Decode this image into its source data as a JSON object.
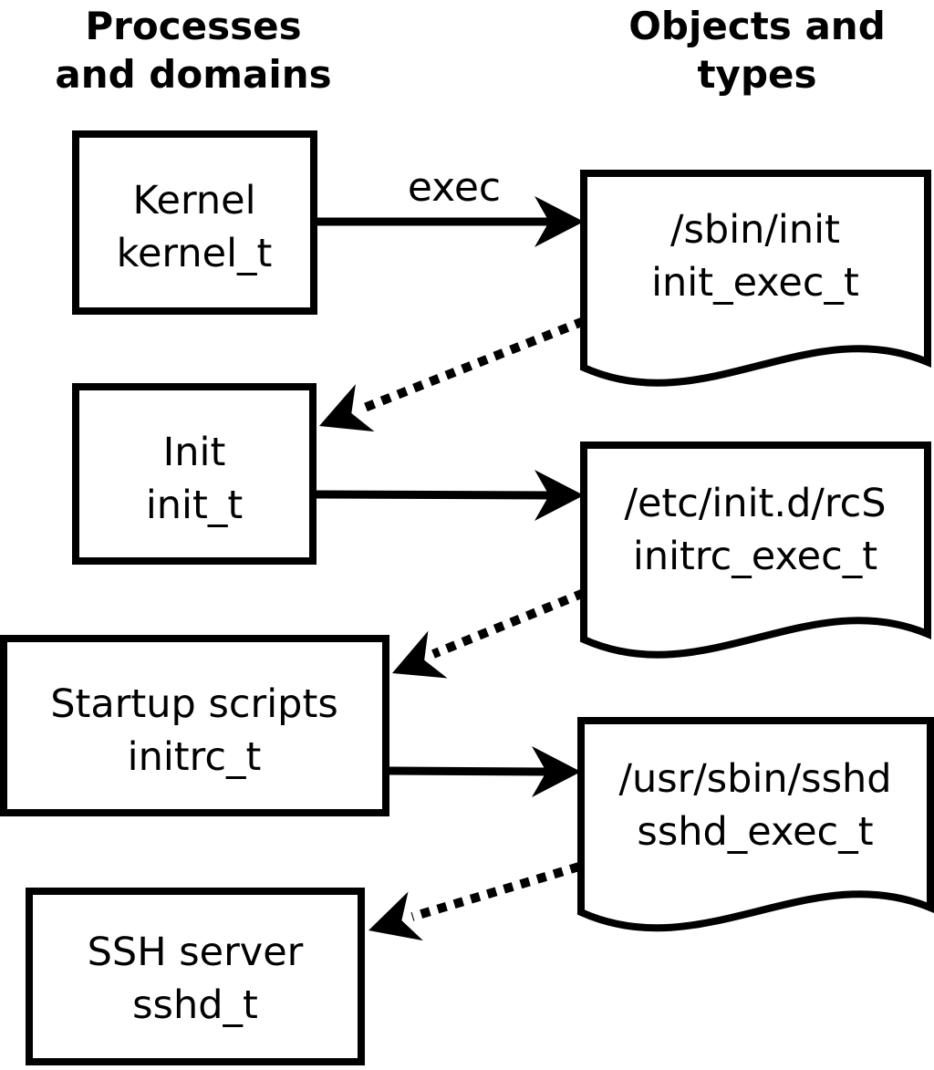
{
  "headers": {
    "left": {
      "line1": "Processes",
      "line2": "and domains"
    },
    "right": {
      "line1": "Objects and",
      "line2": "types"
    }
  },
  "processes": [
    {
      "name": "Kernel",
      "type": "kernel_t"
    },
    {
      "name": "Init",
      "type": "init_t"
    },
    {
      "name": "Startup scripts",
      "type": "initrc_t"
    },
    {
      "name": "SSH server",
      "type": "sshd_t"
    }
  ],
  "objects": [
    {
      "path": "/sbin/init",
      "type": "init_exec_t"
    },
    {
      "path": "/etc/init.d/rcS",
      "type": "initrc_exec_t"
    },
    {
      "path": "/usr/sbin/sshd",
      "type": "sshd_exec_t"
    }
  ],
  "edges": [
    {
      "from": "kernel_t",
      "to": "init_exec_t",
      "style": "solid",
      "label": "exec"
    },
    {
      "from": "init_exec_t",
      "to": "init_t",
      "style": "dotted",
      "label": ""
    },
    {
      "from": "init_t",
      "to": "initrc_exec_t",
      "style": "solid",
      "label": ""
    },
    {
      "from": "initrc_exec_t",
      "to": "initrc_t",
      "style": "dotted",
      "label": ""
    },
    {
      "from": "initrc_t",
      "to": "sshd_exec_t",
      "style": "solid",
      "label": ""
    },
    {
      "from": "sshd_exec_t",
      "to": "sshd_t",
      "style": "dotted",
      "label": ""
    }
  ],
  "colors": {
    "ink": "#000000",
    "background": "#ffffff"
  }
}
